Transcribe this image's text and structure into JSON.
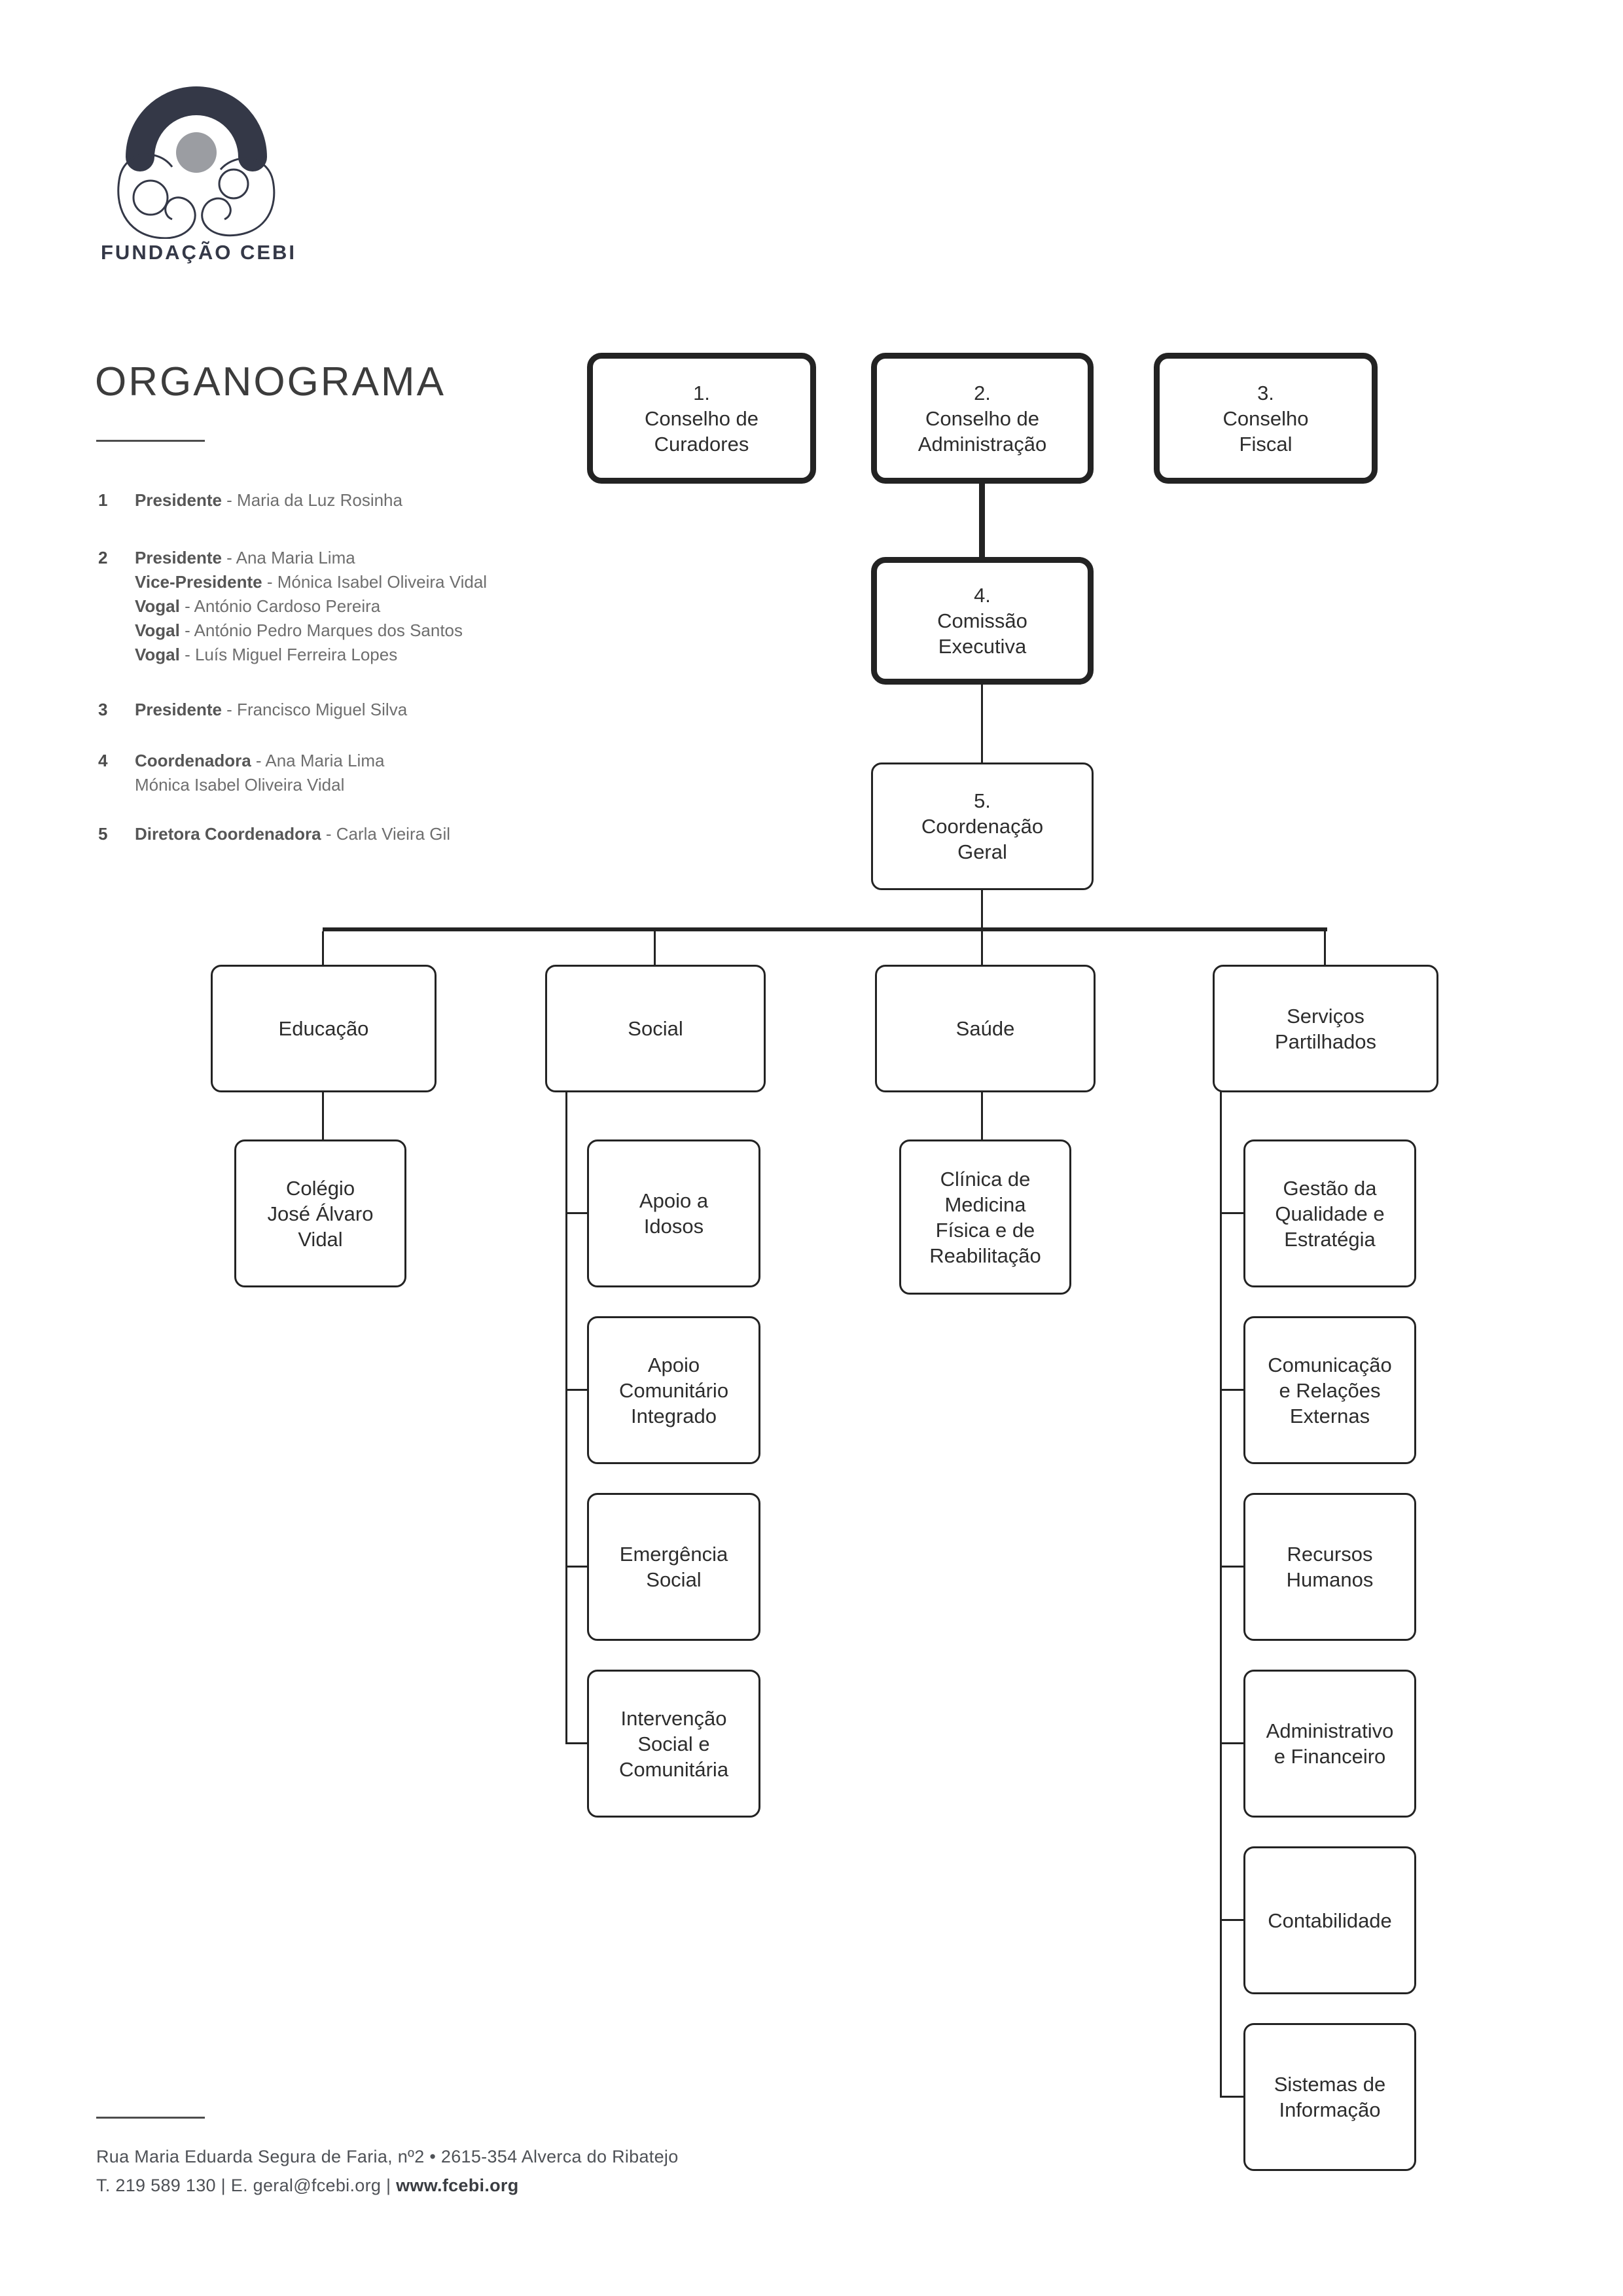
{
  "logo": {
    "wordmark": "FUNDAÇÃO CEBI"
  },
  "title": {
    "text": "ORGANOGRAMA"
  },
  "legend": {
    "items": [
      {
        "num": "1",
        "entries": [
          {
            "role": "Presidente",
            "rest": " - Maria da Luz Rosinha"
          }
        ]
      },
      {
        "num": "2",
        "entries": [
          {
            "role": "Presidente",
            "rest": " - Ana Maria Lima"
          },
          {
            "role": "Vice-Presidente",
            "rest": " - Mónica Isabel Oliveira Vidal"
          },
          {
            "role": "Vogal",
            "rest": " - António Cardoso Pereira"
          },
          {
            "role": "Vogal",
            "rest": " - António Pedro Marques dos Santos"
          },
          {
            "role": "Vogal",
            "rest": " - Luís Miguel Ferreira Lopes"
          }
        ]
      },
      {
        "num": "3",
        "entries": [
          {
            "role": "Presidente",
            "rest": " - Francisco Miguel Silva"
          }
        ]
      },
      {
        "num": "4",
        "entries": [
          {
            "role": "Coordenadora",
            "rest": " - Ana Maria Lima"
          },
          {
            "role": "",
            "rest": "Mónica Isabel Oliveira Vidal"
          }
        ]
      },
      {
        "num": "5",
        "entries": [
          {
            "role": "Diretora Coordenadora",
            "rest": " - Carla Vieira Gil"
          }
        ]
      }
    ]
  },
  "chart": {
    "boxes": {
      "curadores": "1.\nConselho de\nCuradores",
      "administracao": "2.\nConselho de\nAdministração",
      "fiscal": "3.\nConselho\nFiscal",
      "comissao": "4.\nComissão\nExecutiva",
      "coordenacao": "5.\nCoordenação\nGeral",
      "educacao": "Educação",
      "social": "Social",
      "saude": "Saúde",
      "servicos": "Serviços\nPartilhados",
      "colegio": "Colégio\nJosé Álvaro\nVidal",
      "apoio_idosos": "Apoio a\nIdosos",
      "apoio_comunitario": "Apoio\nComunitário\nIntegrado",
      "emergencia": "Emergência\nSocial",
      "intervencao": "Intervenção\nSocial e\nComunitária",
      "clinica": "Clínica de\nMedicina\nFísica e de\nReabilitação",
      "gestao": "Gestão da\nQualidade e\nEstratégia",
      "comunicacao": "Comunicação\ne Relações\nExternas",
      "recursos": "Recursos\nHumanos",
      "administrativo": "Administrativo\ne Financeiro",
      "contabilidade": "Contabilidade",
      "sistemas": "Sistemas de\nInformação"
    }
  },
  "footer": {
    "address": "Rua Maria Eduarda Segura de Faria, nº2 • 2615-354 Alverca do Ribatejo",
    "contacts": "T. 219 589 130 | E. geral@fcebi.org | ",
    "website": "www.fcebi.org"
  },
  "colors": {
    "line": "#232323",
    "logo_navy": "#343847",
    "logo_gray": "#9b9da2",
    "text_gray": "#6e6e6e"
  }
}
